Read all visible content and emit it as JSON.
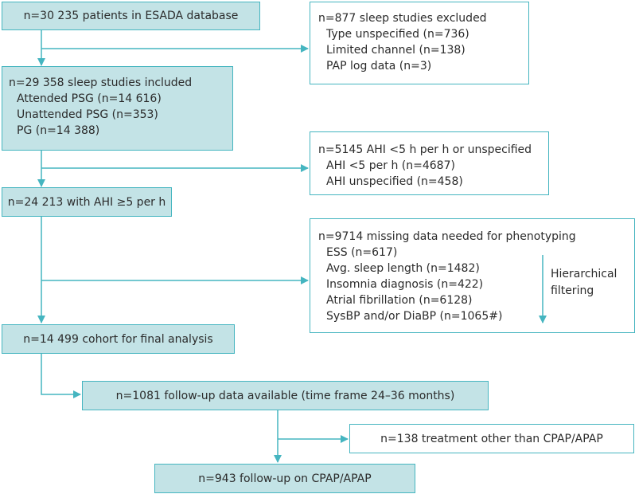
{
  "box1": {
    "text": "n=30 235 patients in ESADA database"
  },
  "excl1": {
    "title": "n=877 sleep studies excluded",
    "items": [
      "Type unspecified (n=736)",
      "Limited channel (n=138)",
      "PAP log data (n=3)"
    ]
  },
  "box2": {
    "title": "n=29 358 sleep studies included",
    "items": [
      "Attended PSG (n=14 616)",
      "Unattended PSG (n=353)",
      "PG (n=14 388)"
    ]
  },
  "excl2": {
    "title": "n=5145 AHI <5 h per h or unspecified",
    "items": [
      "AHI <5 per h (n=4687)",
      "AHI unspecified (n=458)"
    ]
  },
  "box3": {
    "text": "n=24 213 with AHI ≥5 per h"
  },
  "excl3": {
    "title": "n=9714 missing data needed for phenotyping",
    "items": [
      "ESS (n=617)",
      "Avg. sleep length (n=1482)",
      "Insomnia diagnosis (n=422)",
      "Atrial fibrillation (n=6128)",
      "SysBP and/or DiaBP (n=1065#)"
    ],
    "annotation": [
      "Hierarchical",
      "filtering"
    ]
  },
  "box4": {
    "text": "n=14 499 cohort for final analysis"
  },
  "box5": {
    "text": "n=1081 follow-up data available (time frame 24–36 months)"
  },
  "excl4": {
    "text": "n=138 treatment other than CPAP/APAP"
  },
  "box6": {
    "text": "n=943 follow-up on CPAP/APAP"
  },
  "colors": {
    "accent": "#45b5c0",
    "fill": "#c3e3e6",
    "text": "#2b2b2b"
  }
}
